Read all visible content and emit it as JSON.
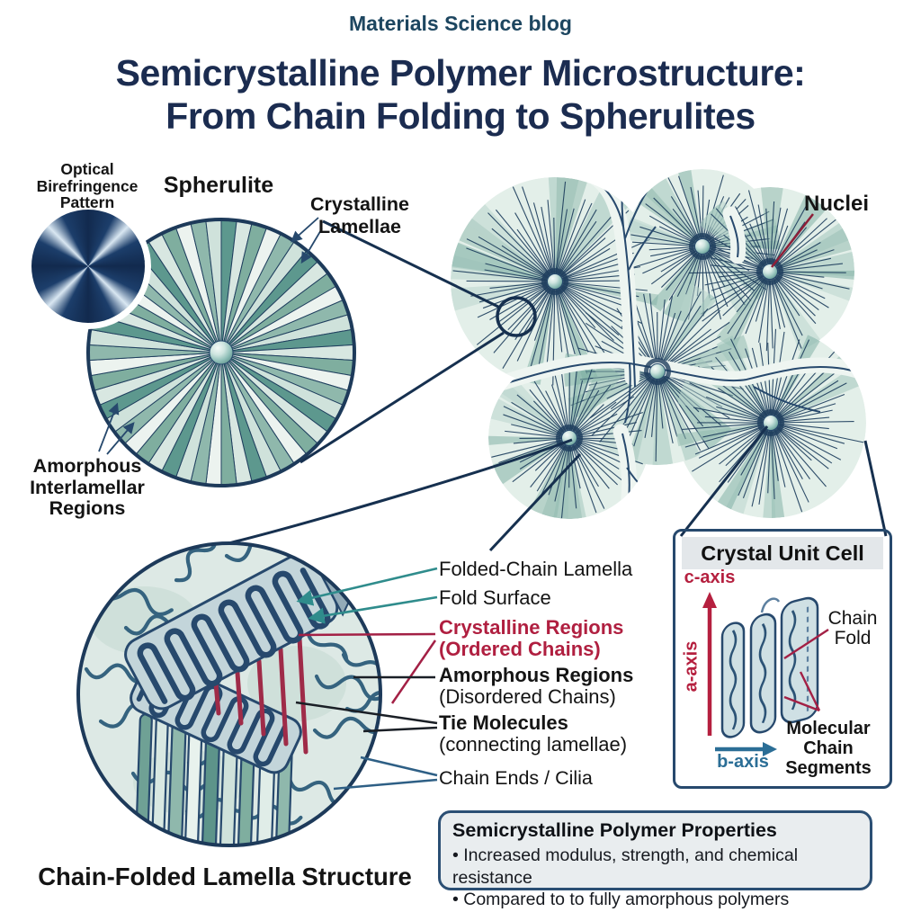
{
  "header": {
    "blog_name": "Materials Science blog"
  },
  "title": {
    "line1": "Semicrystalline Polymer Microstructure:",
    "line2": "From Chain Folding to Spherulites"
  },
  "spherulite_section": {
    "optical_label_line1": "Optical",
    "optical_label_line2": "Birefringence",
    "optical_label_line3": "Pattern",
    "spherulite_label": "Spherulite",
    "crystalline_lamellae_line1": "Crystalline",
    "crystalline_lamellae_line2": "Lamellae",
    "amorphous_line1": "Amorphous",
    "amorphous_line2": "Interlamellar",
    "amorphous_line3": "Regions",
    "nuclei_label": "Nuclei"
  },
  "lamella_section": {
    "labels": {
      "folded_chain": "Folded-Chain Lamella",
      "fold_surface": "Fold Surface",
      "crystalline_regions": "Crystalline Regions",
      "crystalline_regions_sub": "(Ordered Chains)",
      "amorphous_regions": "Amorphous Regions",
      "amorphous_regions_sub": "(Disordered Chains)",
      "tie_molecules": "Tie Molecules",
      "tie_molecules_sub": "(connecting lamellae)",
      "chain_ends": "Chain Ends / Cilia"
    },
    "caption": "Chain-Folded Lamella Structure"
  },
  "unit_cell": {
    "title": "Crystal Unit Cell",
    "c_axis": "c-axis",
    "a_axis": "a-axis",
    "b_axis": "b-axis",
    "chain_fold_line1": "Chain",
    "chain_fold_line2": "Fold",
    "molecular_line1": "Molecular",
    "molecular_line2": "Chain",
    "molecular_line3": "Segments"
  },
  "properties": {
    "title": "Semicrystalline Polymer Properties",
    "bullets": [
      "Increased modulus, strength, and chemical resistance",
      "Compared to to fully amorphous polymers"
    ]
  },
  "colors": {
    "navy_outline": "#1d3a5a",
    "line_dark": "#16304f",
    "title_text": "#1b2c50",
    "header_text": "#1d4660",
    "crimson": "#a32045",
    "crimson_text": "#b01f40",
    "nuclei_leader_red": "#8e1f38",
    "teal_arrow": "#2f8c8c",
    "blue_leader": "#2e5f85",
    "axis_red": "#b5203f",
    "axis_blue": "#2b6e96",
    "black_text": "#141414",
    "panel_border": "#2b4f74",
    "panel_bg": "#e9edef"
  },
  "art": {
    "wedge_palette": [
      "#5d988e",
      "#d8e7e1",
      "#7fae9f",
      "#ecf3ef",
      "#8fb8ac",
      "#cfe2db"
    ],
    "cluster_bg": "#e3efe9",
    "cluster_sector": [
      "#7cada1",
      "#9ec4b9",
      "#8db8ac",
      "#b7d4cb"
    ],
    "ray_color": "#1f3f5e",
    "vein_light": "#eef5f1",
    "vein_line": "#27496d",
    "lamella_bg": "#dde9e5",
    "blotch": "#c2d8d0",
    "squiggle": "#35637f",
    "slab_fill": "#c3d5da",
    "slab_side": "#93abb8",
    "chain_stroke": "#27496d",
    "stripe_palette": [
      "#6fa195",
      "#d8e8e2",
      "#8fb8ac",
      "#e8f2ed",
      "#5d948a",
      "#cfe2db",
      "#7fae9f",
      "#e0ede8",
      "#8fb8ac"
    ],
    "tie_red": "#9f2b48",
    "unitcell_slab_fill": "#cfe0e4",
    "unitcell_dash": "#5d80a0"
  }
}
